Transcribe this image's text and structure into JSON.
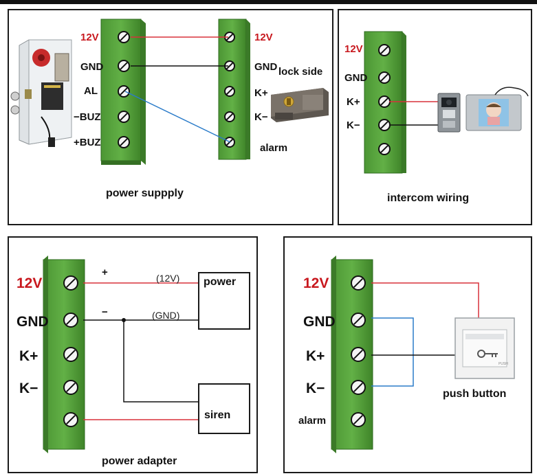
{
  "colors": {
    "terminal_green": "#5aa63f",
    "terminal_dark": "#3e7e2b",
    "wire_red": "#d8313a",
    "wire_black": "#111111",
    "wire_blue": "#2a7bc9",
    "label_red": "#c8181e"
  },
  "panel_power_supply": {
    "title": "power suppply",
    "left_labels": [
      "12V",
      "GND",
      "AL",
      "−BUZ",
      "+BUZ"
    ],
    "right_labels": [
      "12V",
      "GND",
      "K+",
      "K−"
    ],
    "lock_label": "lock side",
    "alarm_label": "alarm",
    "icons": [
      "power-supply-box-icon",
      "door-lock-icon"
    ]
  },
  "panel_intercom": {
    "title": "intercom wiring",
    "labels": [
      "12V",
      "GND",
      "K+",
      "K−"
    ],
    "icons": [
      "intercom-monitor-icon"
    ]
  },
  "panel_power_adapter": {
    "title": "power adapter",
    "labels": [
      "12V",
      "GND",
      "K+",
      "K−"
    ],
    "plus_label": "+",
    "minus_label": "−",
    "v12_note": "(12V)",
    "gnd_note": "(GND)",
    "power_box": "power",
    "siren_box": "siren"
  },
  "panel_push_button": {
    "title": "push button",
    "labels": [
      "12V",
      "GND",
      "K+",
      "K−"
    ],
    "alarm_label": "alarm",
    "button_text": "PUSH",
    "icons": [
      "push-button-icon",
      "key-icon"
    ]
  }
}
